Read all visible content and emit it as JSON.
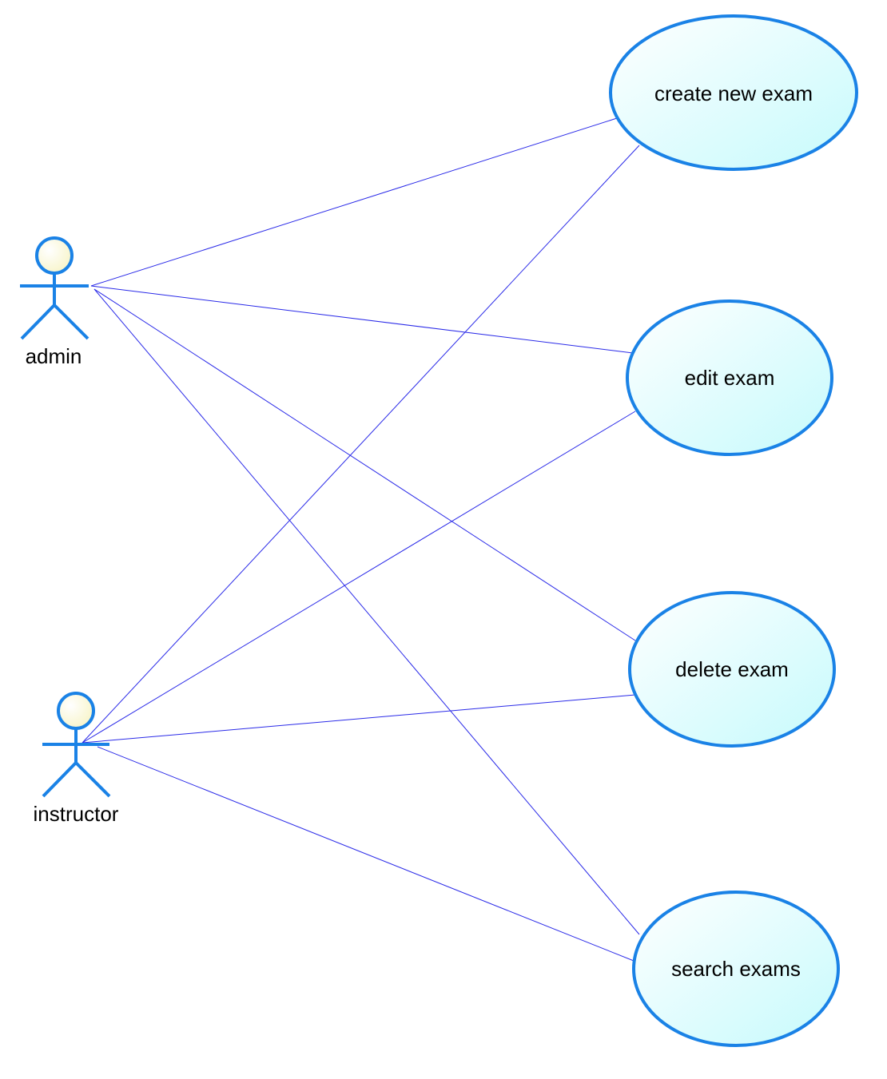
{
  "actors": [
    {
      "id": "admin",
      "label": "admin"
    },
    {
      "id": "instructor",
      "label": "instructor"
    }
  ],
  "use_cases": [
    {
      "id": "create",
      "label": "create new exam"
    },
    {
      "id": "edit",
      "label": "edit exam"
    },
    {
      "id": "delete",
      "label": "delete exam"
    },
    {
      "id": "search",
      "label": "search exams"
    }
  ],
  "associations": [
    {
      "actor": "admin",
      "use_case": "create"
    },
    {
      "actor": "admin",
      "use_case": "edit"
    },
    {
      "actor": "admin",
      "use_case": "delete"
    },
    {
      "actor": "admin",
      "use_case": "search"
    },
    {
      "actor": "instructor",
      "use_case": "create"
    },
    {
      "actor": "instructor",
      "use_case": "edit"
    },
    {
      "actor": "instructor",
      "use_case": "delete"
    },
    {
      "actor": "instructor",
      "use_case": "search"
    }
  ],
  "colors": {
    "line": "#2a2ae8",
    "outline": "#1a82e6",
    "usecase_fill_start": "#ffffff",
    "usecase_fill_end": "#c6fafc",
    "head_fill_start": "#ffffff",
    "head_fill_end": "#f7f3c2"
  }
}
